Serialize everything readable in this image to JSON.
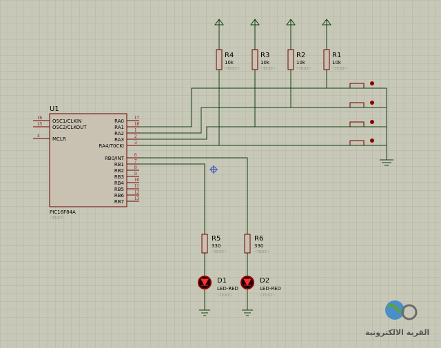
{
  "mcu": {
    "ref": "U1",
    "part": "PIC16F84A",
    "text_placeholder": "<TEXT>",
    "left_pins": [
      {
        "num": "16",
        "name": "OSC1/CLKIN"
      },
      {
        "num": "15",
        "name": "OSC2/CLKOUT"
      },
      {
        "num": "4",
        "name": "MCLR"
      }
    ],
    "right_pins": [
      {
        "num": "17",
        "name": "RA0"
      },
      {
        "num": "18",
        "name": "RA1"
      },
      {
        "num": "1",
        "name": "RA2"
      },
      {
        "num": "2",
        "name": "RA3"
      },
      {
        "num": "3",
        "name": "RA4/T0CKI"
      },
      {
        "num": "6",
        "name": "RB0/INT"
      },
      {
        "num": "7",
        "name": "RB1"
      },
      {
        "num": "8",
        "name": "RB2"
      },
      {
        "num": "9",
        "name": "RB3"
      },
      {
        "num": "10",
        "name": "RB4"
      },
      {
        "num": "11",
        "name": "RB5"
      },
      {
        "num": "12",
        "name": "RB6"
      },
      {
        "num": "13",
        "name": "RB7"
      }
    ]
  },
  "pullups": [
    {
      "ref": "R4",
      "value": "10k",
      "text": "<TEXT>"
    },
    {
      "ref": "R3",
      "value": "10k",
      "text": "<TEXT>"
    },
    {
      "ref": "R2",
      "value": "10k",
      "text": "<TEXT>"
    },
    {
      "ref": "R1",
      "value": "10k",
      "text": "<TEXT>"
    }
  ],
  "led_resistors": [
    {
      "ref": "R5",
      "value": "330",
      "text": "<TEXT>"
    },
    {
      "ref": "R6",
      "value": "330",
      "text": "<TEXT>"
    }
  ],
  "leds": [
    {
      "ref": "D1",
      "value": "LED-RED",
      "text": "<TEXT>"
    },
    {
      "ref": "D2",
      "value": "LED-RED",
      "text": "<TEXT>"
    }
  ],
  "logo": {
    "text": "القرية الالكترونية"
  },
  "colors": {
    "background": "#c8c8b8",
    "grid": "#b4b4a4",
    "wire": "#0f3f0f",
    "part": "#6b0000",
    "led": "#8b0000"
  }
}
